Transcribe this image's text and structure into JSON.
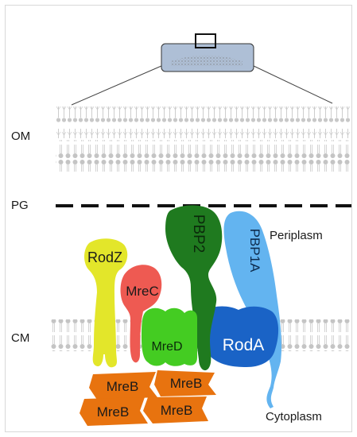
{
  "labels": {
    "om": "OM",
    "pg": "PG",
    "cm": "CM",
    "periplasm": "Periplasm",
    "cytoplasm": "Cytoplasm"
  },
  "proteins": {
    "rodz": "RodZ",
    "mrec": "MreC",
    "pbp2": "PBP2",
    "pbp1a": "PBP1A",
    "mred": "MreD",
    "roda": "RodA",
    "mreb": "MreB"
  },
  "colors": {
    "rodz": "#e3e62a",
    "mrec": "#ee5a52",
    "pbp2": "#1f7a1f",
    "pbp1a": "#63b4f0",
    "mred": "#44cc22",
    "roda": "#1a63c6",
    "mreb": "#e8730f",
    "membrane": "#c4c4c4",
    "zoom_box": "#aebfd6"
  }
}
